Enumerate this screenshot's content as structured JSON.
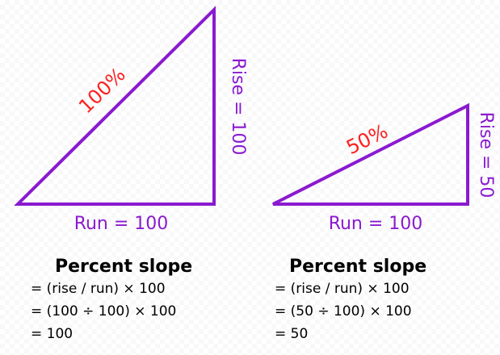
{
  "left": {
    "percent_label": "100%",
    "rise_label": "Rise = 100",
    "run_label": "Run = 100",
    "formula_title": "Percent slope",
    "formula_lines": [
      "= (rise / run) × 100",
      "= (100 ÷ 100) × 100",
      "= 100"
    ],
    "rise": 100,
    "run": 100
  },
  "right": {
    "percent_label": "50%",
    "rise_label": "Rise = 50",
    "run_label": "Run = 100",
    "formula_title": "Percent slope",
    "formula_lines": [
      "= (rise / run) × 100",
      "= (50 ÷ 100) × 100",
      "= 50"
    ],
    "rise": 50,
    "run": 100
  },
  "colors": {
    "triangle_stroke": "#8a1ad0",
    "percent_label": "#ff2020",
    "formula_text": "#000000"
  }
}
